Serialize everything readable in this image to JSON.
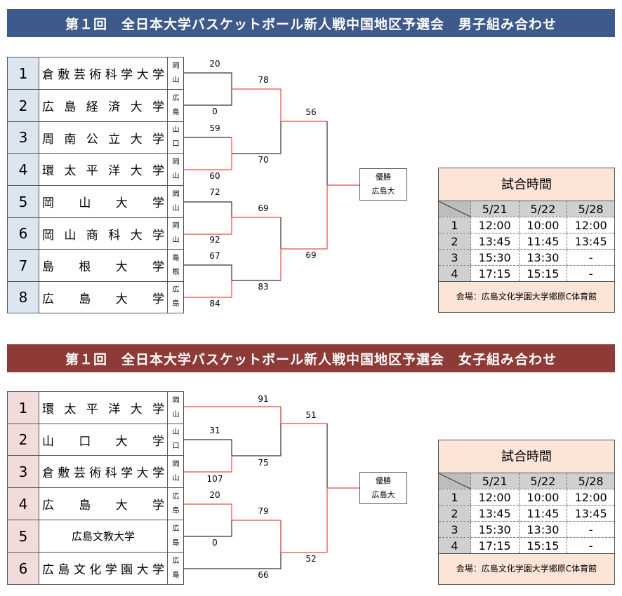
{
  "colors": {
    "men_banner": "#3d5a8a",
    "women_banner": "#8e3a36",
    "men_num_bg": "#dce6f1",
    "women_num_bg": "#f2dcdb",
    "win_line": "#e74c3c",
    "lose_line": "#333333",
    "schedule_bg": "#fce4d6"
  },
  "men": {
    "title": "第１回　全日本大学バスケットボール新人戦中国地区予選会　男子組み合わせ",
    "teams": [
      {
        "num": "1",
        "name": "倉敷芸術科学大学",
        "pref": [
          "岡",
          "山"
        ]
      },
      {
        "num": "2",
        "name": "広島経済大学",
        "pref": [
          "広",
          "島"
        ]
      },
      {
        "num": "3",
        "name": "周南公立大学",
        "pref": [
          "山",
          "口"
        ]
      },
      {
        "num": "4",
        "name": "環太平洋大学",
        "pref": [
          "岡",
          "山"
        ]
      },
      {
        "num": "5",
        "name": "岡山大学",
        "pref": [
          "岡",
          "山"
        ]
      },
      {
        "num": "6",
        "name": "岡山商科大学",
        "pref": [
          "岡",
          "山"
        ]
      },
      {
        "num": "7",
        "name": "島根大学",
        "pref": [
          "島",
          "根"
        ]
      },
      {
        "num": "8",
        "name": "広島大学",
        "pref": [
          "広",
          "島"
        ]
      }
    ],
    "scores": {
      "r1_m1_top": "20",
      "r1_m1_bot": "0",
      "r1_m2_top": "59",
      "r1_m2_bot": "60",
      "r1_m3_top": "72",
      "r1_m3_bot": "92",
      "r1_m4_top": "67",
      "r1_m4_bot": "84",
      "sf1_top": "78",
      "sf1_bot": "70",
      "sf2_top": "69",
      "sf2_bot": "83",
      "final_top": "56",
      "final_bot": "69"
    },
    "winner": {
      "label": "優勝",
      "team": "広島大"
    },
    "schedule": {
      "title": "試合時間",
      "dates": [
        "5/21",
        "5/22",
        "5/28"
      ],
      "rows": [
        {
          "n": "1",
          "times": [
            "12:00",
            "10:00",
            "12:00"
          ]
        },
        {
          "n": "2",
          "times": [
            "13:45",
            "11:45",
            "13:45"
          ]
        },
        {
          "n": "3",
          "times": [
            "15:30",
            "13:30",
            "-"
          ]
        },
        {
          "n": "4",
          "times": [
            "17:15",
            "15:15",
            "-"
          ]
        }
      ],
      "venue": "会場：広島文化学園大学郷原C体育館"
    }
  },
  "women": {
    "title": "第１回　全日本大学バスケットボール新人戦中国地区予選会　女子組み合わせ",
    "teams": [
      {
        "num": "1",
        "name": "環太平洋大学",
        "pref": [
          "岡",
          "山"
        ]
      },
      {
        "num": "2",
        "name": "山口大学",
        "pref": [
          "山",
          "口"
        ]
      },
      {
        "num": "3",
        "name": "倉敷芸術科学大学",
        "pref": [
          "岡",
          "山"
        ]
      },
      {
        "num": "4",
        "name": "広島大学",
        "pref": [
          "広",
          "島"
        ]
      },
      {
        "num": "5",
        "name": "広島文教大学",
        "pref": [
          "広",
          "島"
        ]
      },
      {
        "num": "6",
        "name": "広島文化学園大学",
        "pref": [
          "広",
          "島"
        ]
      }
    ],
    "scores": {
      "r1_m1_top": "31",
      "r1_m1_bot": "107",
      "r1_m2_top": "20",
      "r1_m2_bot": "0",
      "sf1_top": "91",
      "sf1_bot": "75",
      "sf2_top": "79",
      "sf2_bot": "66",
      "final_top": "51",
      "final_bot": "52"
    },
    "winner": {
      "label": "優勝",
      "team": "広島大"
    },
    "schedule": {
      "title": "試合時間",
      "dates": [
        "5/21",
        "5/22",
        "5/28"
      ],
      "rows": [
        {
          "n": "1",
          "times": [
            "12:00",
            "10:00",
            "12:00"
          ]
        },
        {
          "n": "2",
          "times": [
            "13:45",
            "11:45",
            "13:45"
          ]
        },
        {
          "n": "3",
          "times": [
            "15:30",
            "13:30",
            "-"
          ]
        },
        {
          "n": "4",
          "times": [
            "17:15",
            "15:15",
            "-"
          ]
        }
      ],
      "venue": "会場：広島文化学園大学郷原C体育館"
    }
  }
}
